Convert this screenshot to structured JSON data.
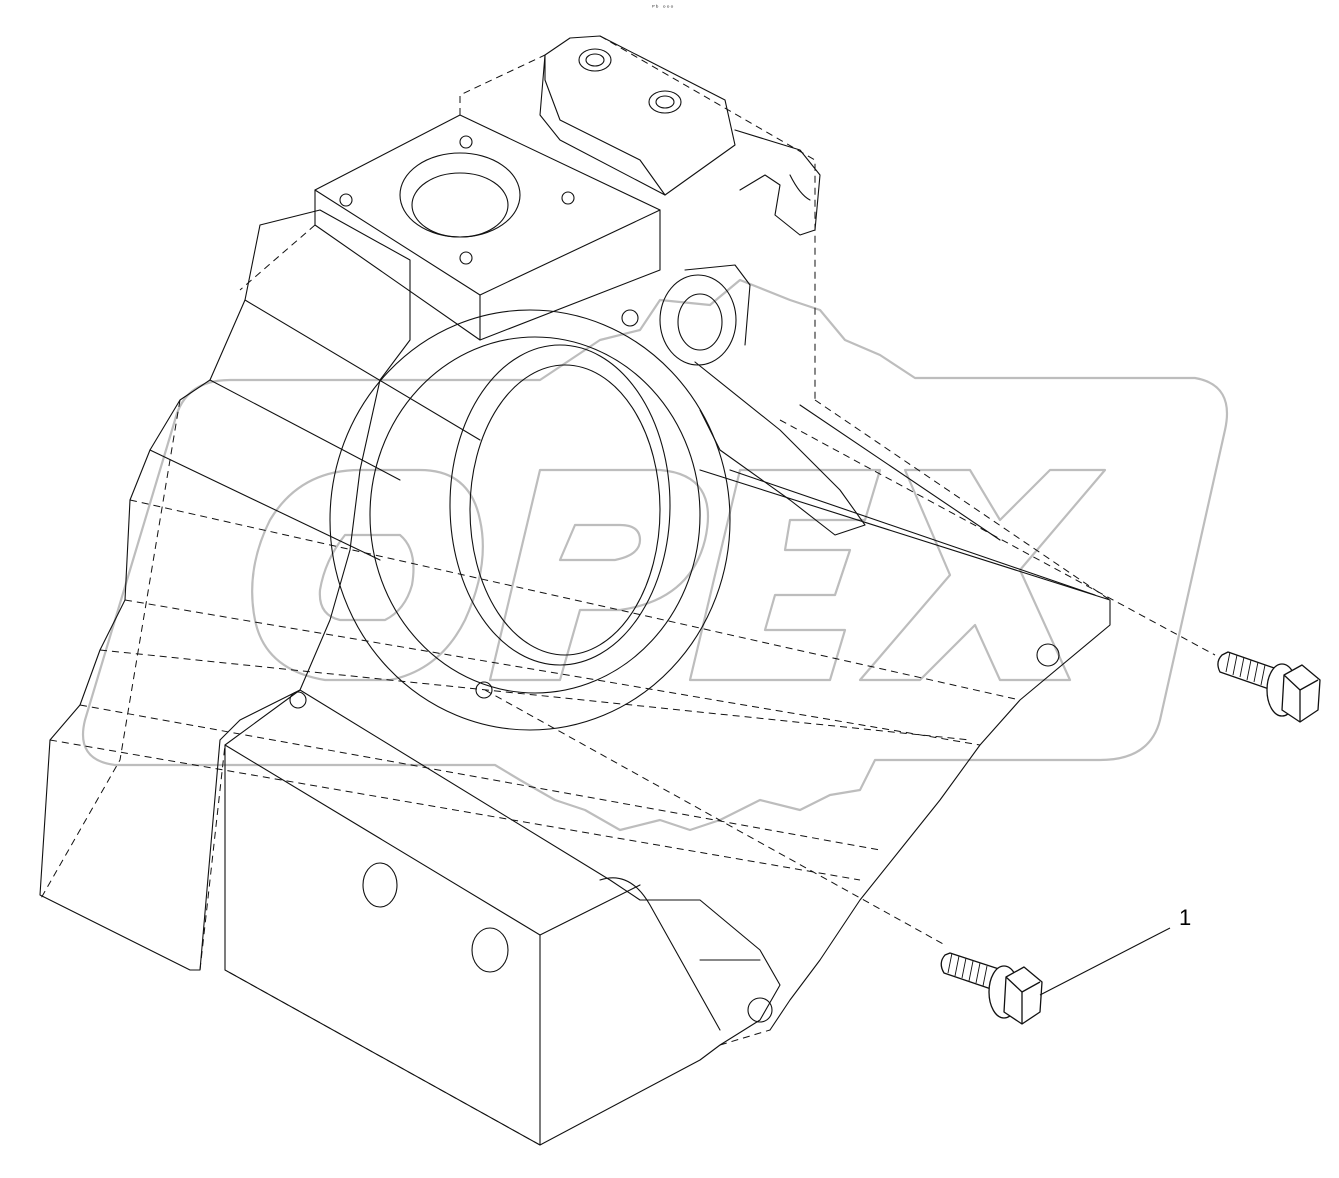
{
  "diagram": {
    "top_mark": "ᴾᵇ ᵒᵒᵒ",
    "watermark": "OPEX",
    "callouts": [
      {
        "number": "1",
        "part": "bolt"
      }
    ],
    "colors": {
      "line": "#111111",
      "watermark": "#bdbdbd",
      "background": "#ffffff"
    }
  }
}
